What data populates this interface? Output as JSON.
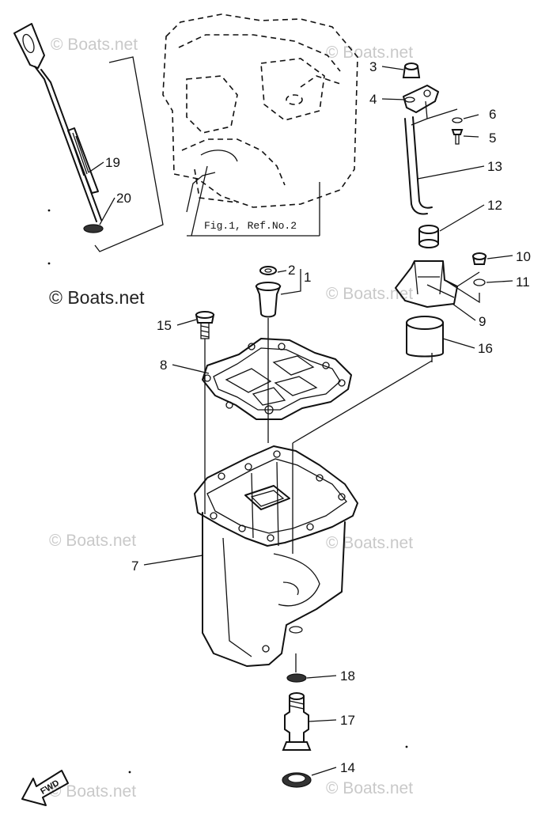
{
  "diagram": {
    "callouts": [
      "1",
      "2",
      "3",
      "4",
      "5",
      "6",
      "7",
      "8",
      "9",
      "10",
      "11",
      "12",
      "13",
      "14",
      "15",
      "16",
      "17",
      "18",
      "19",
      "20"
    ],
    "reference_label": "Fig.1, Ref.No.2",
    "fwd_label": "FWD",
    "watermark": "© Boats.net"
  }
}
